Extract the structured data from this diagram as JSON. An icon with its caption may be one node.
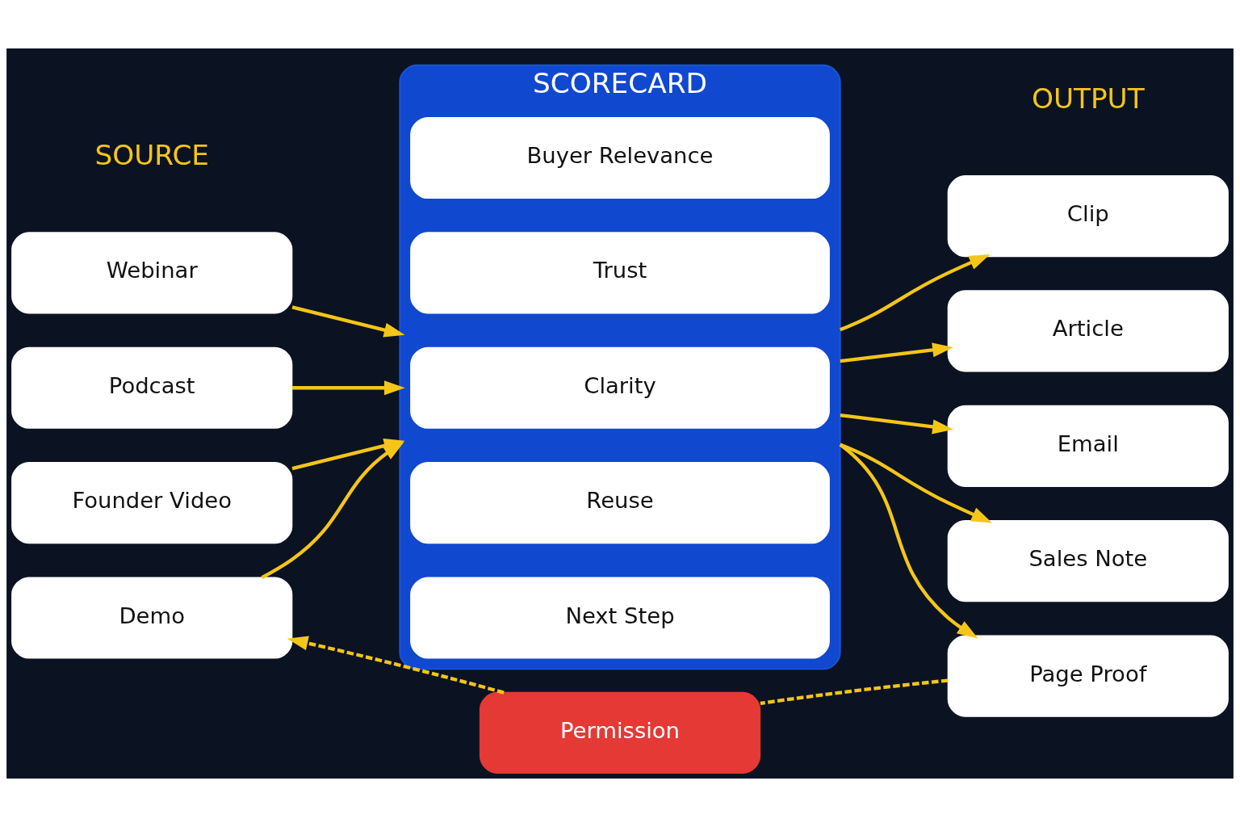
{
  "diagram": {
    "nodes": [
      {
        "text": [
          "Webinar"
        ]
      },
      {
        "text": [
          "Podcast"
        ]
      },
      {
        "text": [
          "Founder Video"
        ]
      },
      {
        "text": [
          "Demo"
        ]
      },
      {
        "text": [
          "SCORECARD"
        ]
      },
      {
        "text": [
          "Buyer Relevance"
        ],
        "in": 4
      },
      {
        "text": [
          "Trust"
        ],
        "in": 4
      },
      {
        "text": [
          "Clarity"
        ],
        "in": 4
      },
      {
        "text": [
          "Reuse"
        ],
        "in": 4
      },
      {
        "text": [
          "Next Step"
        ],
        "in": 4
      },
      {
        "text": [
          "Clip"
        ]
      },
      {
        "text": [
          "Article"
        ]
      },
      {
        "text": [
          "Email"
        ]
      },
      {
        "text": [
          "Sales Note"
        ]
      },
      {
        "text": [
          "Page Proof"
        ]
      },
      {
        "text": [
          "Permission"
        ]
      }
    ],
    "edges": [
      {
        "from": 0,
        "to": 4,
        "arrow": "to"
      },
      {
        "from": 1,
        "to": 4,
        "arrow": "to"
      },
      {
        "from": 2,
        "to": 4,
        "arrow": "to"
      },
      {
        "from": 3,
        "to": 4,
        "arrow": "to"
      },
      {
        "from": 4,
        "to": 10,
        "arrow": "to"
      },
      {
        "from": 4,
        "to": 11,
        "arrow": "to"
      },
      {
        "from": 4,
        "to": 12,
        "arrow": "to"
      },
      {
        "from": 4,
        "to": 13,
        "arrow": "to"
      },
      {
        "from": 4,
        "to": 14,
        "arrow": "to"
      },
      {
        "from": 14,
        "to": 15,
        "arrow": "none",
        "style": "dashed"
      },
      {
        "from": 15,
        "to": 3,
        "arrow": "to",
        "style": "dashed"
      }
    ],
    "labels": [
      "SOURCE",
      "OUTPUT"
    ]
  }
}
